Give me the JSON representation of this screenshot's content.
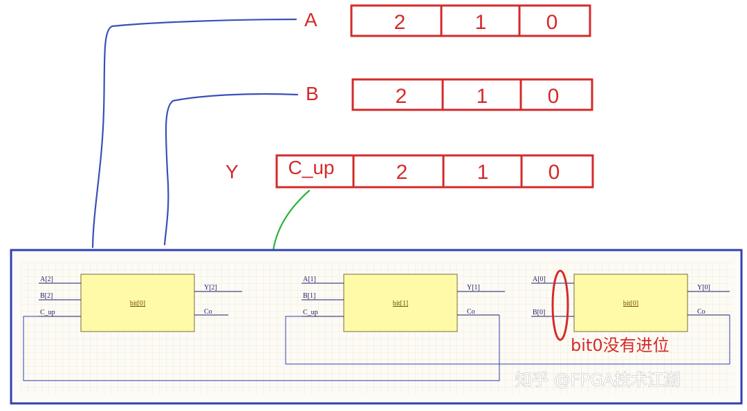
{
  "registers": {
    "a": {
      "label": "A",
      "cells": [
        "2",
        "1",
        "0"
      ]
    },
    "b": {
      "label": "B",
      "cells": [
        "2",
        "1",
        "0"
      ]
    },
    "y": {
      "label": "Y",
      "carry_cell": "C_up",
      "cells": [
        "2",
        "1",
        "0"
      ]
    }
  },
  "schematic": {
    "blocks": [
      {
        "name": "bit[0]",
        "inputs": [
          "A[2]",
          "B[2]",
          "C_up"
        ],
        "outputs": [
          "Y[2]",
          "Co"
        ]
      },
      {
        "name": "bit[1]",
        "inputs": [
          "A[1]",
          "B[1]",
          "C_up"
        ],
        "outputs": [
          "Y[1]",
          "Co"
        ]
      },
      {
        "name": "bit[0]",
        "inputs": [
          "A[0]",
          "B[0]"
        ],
        "outputs": [
          "Y[0]",
          "Co"
        ]
      }
    ]
  },
  "annotation": {
    "text": "bit0没有进位"
  },
  "watermark": {
    "text": "知乎 @FPGA技术江湖"
  },
  "colors": {
    "register": "#d42a2a",
    "frame": "#2f3fb5",
    "wire_blue": "#3a4fb8",
    "wire_green": "#2eb33a",
    "block_fill": "#fffaa8"
  }
}
